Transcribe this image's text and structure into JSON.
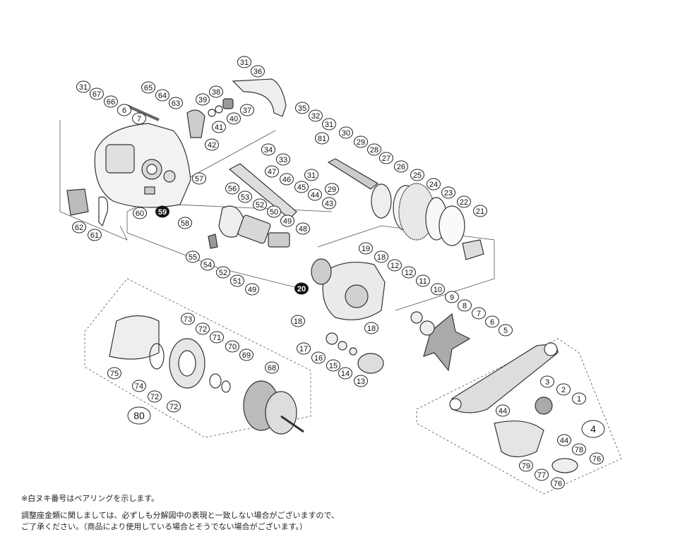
{
  "notes": {
    "bearing_note": "※白ヌキ番号はベアリングを示します。",
    "adjust_note_line1": "調整座金類に関しましては、必ずしも分解図中の表現と一致しない場合がございますので、",
    "adjust_note_line2": "ご了承ください。（商品により使用している場合とそうでない場合がございます。）"
  },
  "callouts": [
    {
      "label": "31",
      "style": "normal"
    },
    {
      "label": "36",
      "style": "normal"
    },
    {
      "label": "31",
      "style": "normal"
    },
    {
      "label": "67",
      "style": "normal"
    },
    {
      "label": "66",
      "style": "normal"
    },
    {
      "label": "6",
      "style": "normal"
    },
    {
      "label": "7",
      "style": "normal"
    },
    {
      "label": "65",
      "style": "normal"
    },
    {
      "label": "64",
      "style": "normal"
    },
    {
      "label": "63",
      "style": "normal"
    },
    {
      "label": "39",
      "style": "normal"
    },
    {
      "label": "38",
      "style": "normal"
    },
    {
      "label": "37",
      "style": "normal"
    },
    {
      "label": "40",
      "style": "normal"
    },
    {
      "label": "41",
      "style": "normal"
    },
    {
      "label": "42",
      "style": "normal"
    },
    {
      "label": "35",
      "style": "normal"
    },
    {
      "label": "32",
      "style": "normal"
    },
    {
      "label": "31",
      "style": "normal"
    },
    {
      "label": "81",
      "style": "normal"
    },
    {
      "label": "30",
      "style": "normal"
    },
    {
      "label": "29",
      "style": "normal"
    },
    {
      "label": "28",
      "style": "normal"
    },
    {
      "label": "34",
      "style": "normal"
    },
    {
      "label": "33",
      "style": "normal"
    },
    {
      "label": "27",
      "style": "normal"
    },
    {
      "label": "26",
      "style": "normal"
    },
    {
      "label": "25",
      "style": "normal"
    },
    {
      "label": "24",
      "style": "normal"
    },
    {
      "label": "23",
      "style": "normal"
    },
    {
      "label": "22",
      "style": "normal"
    },
    {
      "label": "21",
      "style": "normal"
    },
    {
      "label": "47",
      "style": "normal"
    },
    {
      "label": "46",
      "style": "normal"
    },
    {
      "label": "45",
      "style": "normal"
    },
    {
      "label": "31",
      "style": "normal"
    },
    {
      "label": "29",
      "style": "normal"
    },
    {
      "label": "44",
      "style": "normal"
    },
    {
      "label": "43",
      "style": "normal"
    },
    {
      "label": "57",
      "style": "normal"
    },
    {
      "label": "56",
      "style": "normal"
    },
    {
      "label": "53",
      "style": "normal"
    },
    {
      "label": "52",
      "style": "normal"
    },
    {
      "label": "50",
      "style": "normal"
    },
    {
      "label": "49",
      "style": "normal"
    },
    {
      "label": "48",
      "style": "normal"
    },
    {
      "label": "59",
      "style": "black"
    },
    {
      "label": "60",
      "style": "normal"
    },
    {
      "label": "58",
      "style": "normal"
    },
    {
      "label": "62",
      "style": "normal"
    },
    {
      "label": "61",
      "style": "normal"
    },
    {
      "label": "55",
      "style": "normal"
    },
    {
      "label": "54",
      "style": "normal"
    },
    {
      "label": "52",
      "style": "normal"
    },
    {
      "label": "51",
      "style": "normal"
    },
    {
      "label": "49",
      "style": "normal"
    },
    {
      "label": "19",
      "style": "normal"
    },
    {
      "label": "18",
      "style": "normal"
    },
    {
      "label": "12",
      "style": "normal"
    },
    {
      "label": "12",
      "style": "normal"
    },
    {
      "label": "11",
      "style": "normal"
    },
    {
      "label": "10",
      "style": "normal"
    },
    {
      "label": "9",
      "style": "normal"
    },
    {
      "label": "8",
      "style": "normal"
    },
    {
      "label": "7",
      "style": "normal"
    },
    {
      "label": "6",
      "style": "normal"
    },
    {
      "label": "5",
      "style": "normal"
    },
    {
      "label": "20",
      "style": "black"
    },
    {
      "label": "18",
      "style": "normal"
    },
    {
      "label": "18",
      "style": "normal"
    },
    {
      "label": "17",
      "style": "normal"
    },
    {
      "label": "16",
      "style": "normal"
    },
    {
      "label": "15",
      "style": "normal"
    },
    {
      "label": "14",
      "style": "normal"
    },
    {
      "label": "13",
      "style": "normal"
    },
    {
      "label": "73",
      "style": "normal"
    },
    {
      "label": "72",
      "style": "normal"
    },
    {
      "label": "71",
      "style": "normal"
    },
    {
      "label": "70",
      "style": "normal"
    },
    {
      "label": "69",
      "style": "normal"
    },
    {
      "label": "75",
      "style": "normal"
    },
    {
      "label": "74",
      "style": "normal"
    },
    {
      "label": "72",
      "style": "normal"
    },
    {
      "label": "72",
      "style": "normal"
    },
    {
      "label": "68",
      "style": "normal"
    },
    {
      "label": "80",
      "style": "big"
    },
    {
      "label": "3",
      "style": "normal"
    },
    {
      "label": "2",
      "style": "normal"
    },
    {
      "label": "1",
      "style": "normal"
    },
    {
      "label": "44",
      "style": "normal"
    },
    {
      "label": "4",
      "style": "big"
    },
    {
      "label": "44",
      "style": "normal"
    },
    {
      "label": "78",
      "style": "normal"
    },
    {
      "label": "76",
      "style": "normal"
    },
    {
      "label": "79",
      "style": "normal"
    },
    {
      "label": "77",
      "style": "normal"
    },
    {
      "label": "76",
      "style": "normal"
    }
  ]
}
